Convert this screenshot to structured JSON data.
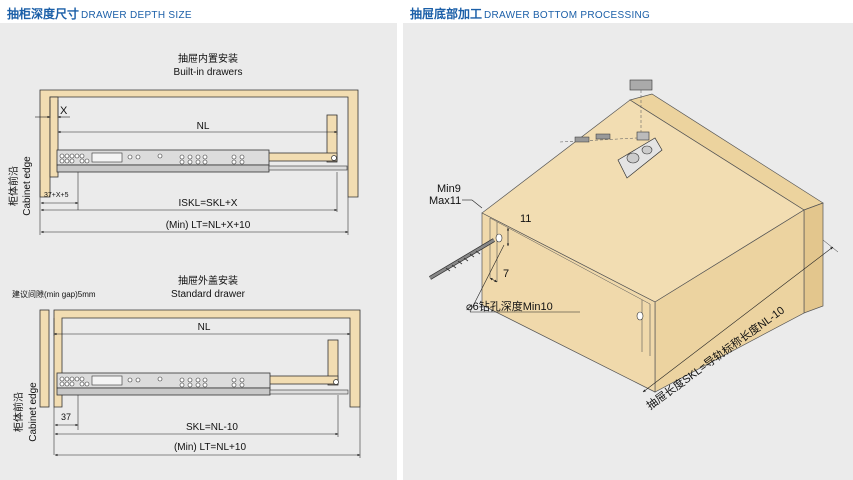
{
  "left_header": {
    "cn": "抽柜深度尺寸",
    "en": "DRAWER DEPTH SIZE"
  },
  "right_header": {
    "cn": "抽屉底部加工",
    "en": "DRAWER BOTTOM PROCESSING"
  },
  "builtin": {
    "title_cn": "抽屉内置安装",
    "title_en": "Built-in drawers",
    "x_label": "X",
    "nl_label": "NL",
    "edge_cn": "柜体前沿",
    "edge_en": "Cabinet edge",
    "offset_label": "37+X+5",
    "skl_label": "ISKL=SKL+X",
    "lt_label": "(Min) LT=NL+X+10"
  },
  "standard": {
    "title_cn": "抽屉外盖安装",
    "title_en": "Standard drawer",
    "gap_label": "建议间隙(min gap)5mm",
    "nl_label": "NL",
    "edge_cn": "柜体前沿",
    "edge_en": "Cabinet edge",
    "offset_label": "37",
    "skl_label": "SKL=NL-10",
    "lt_label": "(Min) LT=NL+10"
  },
  "bottom": {
    "min_label": "Min9",
    "max_label": "Max11",
    "dim_11": "11",
    "dim_7": "7",
    "drill_label": "⌀6钻孔深度Min10",
    "length_label": "抽屉长度SKL=导轨标称长度NL-10"
  },
  "colors": {
    "wood": "#f2ddb2",
    "wood_dark": "#e8cc96",
    "header": "#1b5fa8",
    "panel": "#ebebeb"
  }
}
